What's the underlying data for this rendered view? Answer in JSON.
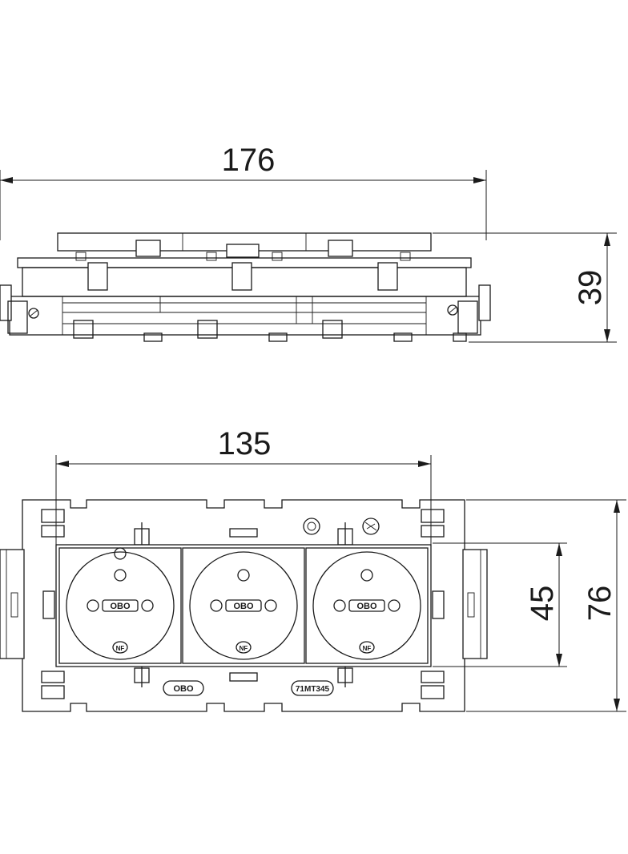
{
  "dimensions": {
    "side_width": "176",
    "side_height": "39",
    "front_width": "135",
    "front_inner_height": "45",
    "front_height": "76"
  },
  "markings": {
    "logo": "OBO",
    "socket_logo": "OBO",
    "nf_mark": "NF",
    "article_code": "71MT345"
  },
  "colors": {
    "line": "#1a1a1a",
    "background": "#ffffff"
  }
}
